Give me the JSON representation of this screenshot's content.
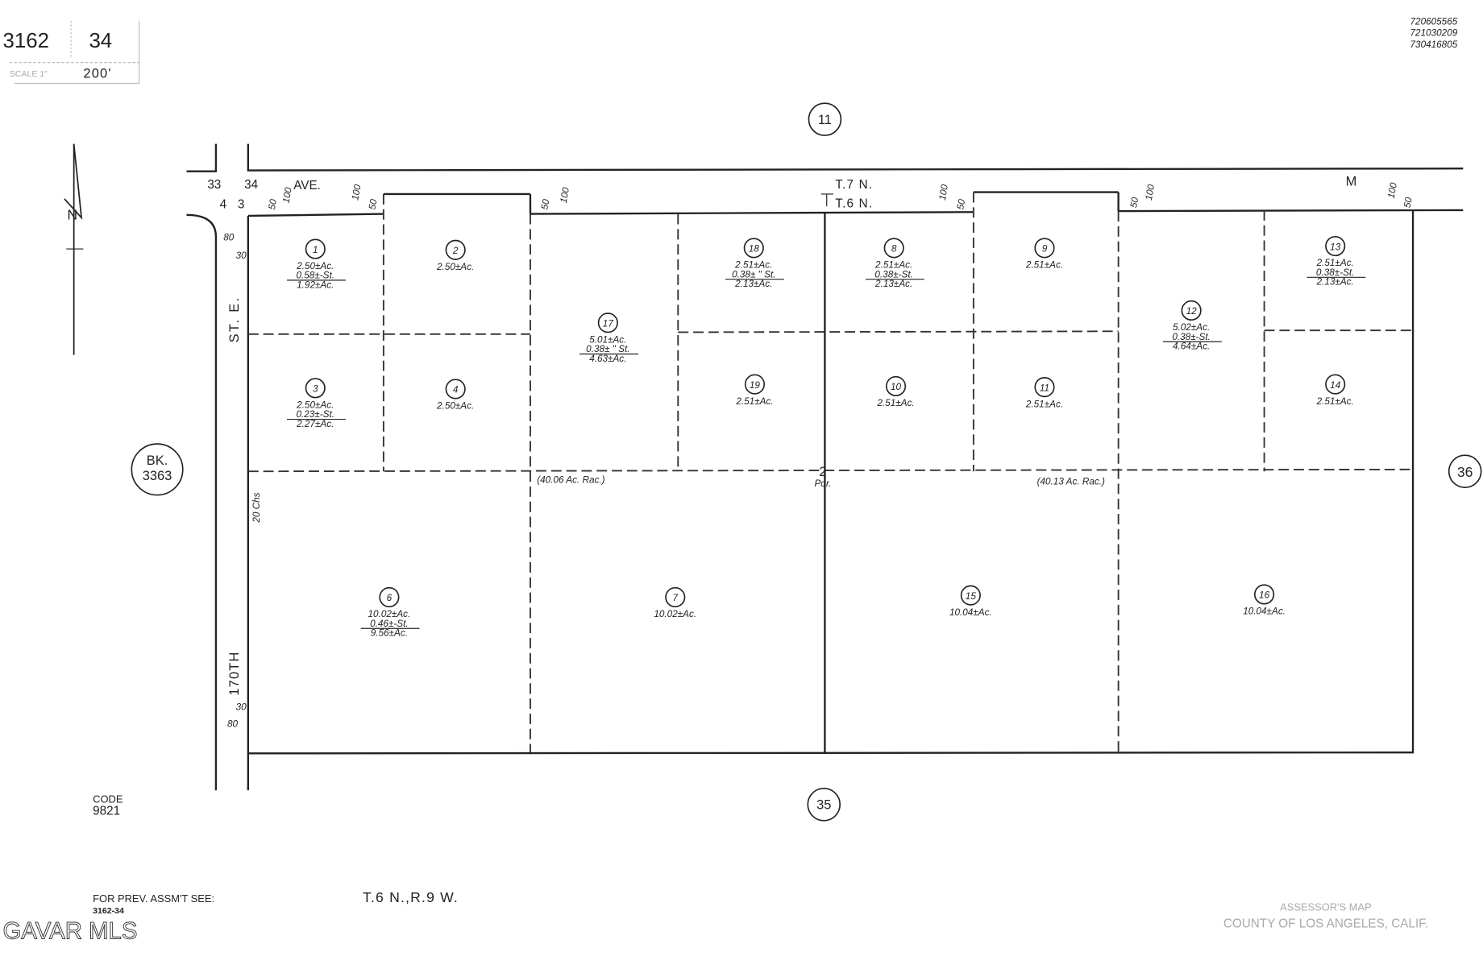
{
  "header": {
    "book": "3162",
    "page": "34",
    "scale_label": "SCALE 1\"",
    "scale_value": "200'"
  },
  "doc_numbers": [
    "720605565",
    "721030209",
    "730416805"
  ],
  "adjacent": {
    "north": "11",
    "south": "35",
    "east": "36",
    "west_book": "BK.",
    "west_book_number": "3363"
  },
  "streets": {
    "ave": "AVE.",
    "ave_letter": "M",
    "west": "170TH",
    "west_suffix": "ST. E."
  },
  "township": {
    "north_line": "T.7 N.",
    "south_line": "T.6 N."
  },
  "section_corner": {
    "nw": "33",
    "ne": "34",
    "sw": "4",
    "se": "3"
  },
  "dimensions": {
    "d100": "100",
    "d50": "50",
    "d80": "80",
    "d30": "30",
    "chains": "20 Chs"
  },
  "north_arrow": "N",
  "section": {
    "number": "2",
    "portion": "Por."
  },
  "rac_labels": [
    "(40.06 Ac. Rac.)",
    "(40.13 Ac. Rac.)"
  ],
  "parcels": [
    {
      "id": "1",
      "lines": [
        "2.50±Ac.",
        "0.58±-St.",
        "1.92±Ac."
      ]
    },
    {
      "id": "2",
      "lines": [
        "2.50±Ac."
      ]
    },
    {
      "id": "3",
      "lines": [
        "2.50±Ac.",
        "0.23±-St.",
        "2.27±Ac."
      ]
    },
    {
      "id": "4",
      "lines": [
        "2.50±Ac."
      ]
    },
    {
      "id": "17",
      "lines": [
        "5.01±Ac.",
        "0.38± \" St.",
        "4.63±Ac."
      ]
    },
    {
      "id": "18",
      "lines": [
        "2.51±Ac.",
        "0.38± \" St.",
        "2.13±Ac."
      ]
    },
    {
      "id": "19",
      "lines": [
        "2.51±Ac."
      ]
    },
    {
      "id": "8",
      "lines": [
        "2.51±Ac.",
        "0.38±-St.",
        "2.13±Ac."
      ]
    },
    {
      "id": "9",
      "lines": [
        "2.51±Ac."
      ]
    },
    {
      "id": "10",
      "lines": [
        "2.51±Ac."
      ]
    },
    {
      "id": "11",
      "lines": [
        "2.51±Ac."
      ]
    },
    {
      "id": "12",
      "lines": [
        "5.02±Ac.",
        "0.38±-St.",
        "4.64±Ac."
      ]
    },
    {
      "id": "13",
      "lines": [
        "2.51±Ac.",
        "0.38±-St.",
        "2.13±Ac."
      ]
    },
    {
      "id": "14",
      "lines": [
        "2.51±Ac."
      ]
    },
    {
      "id": "6",
      "lines": [
        "10.02±Ac.",
        "0.46±-St.",
        "9.56±Ac."
      ]
    },
    {
      "id": "7",
      "lines": [
        "10.02±Ac."
      ]
    },
    {
      "id": "15",
      "lines": [
        "10.04±Ac."
      ]
    },
    {
      "id": "16",
      "lines": [
        "10.04±Ac."
      ]
    }
  ],
  "footer": {
    "code_label": "CODE",
    "code": "9821",
    "prev_label": "FOR PREV. ASSM'T SEE:",
    "prev_ref": "3162-34",
    "township_range": "T.6 N.,R.9 W.",
    "map_title": "ASSESSOR'S MAP",
    "county": "COUNTY OF LOS ANGELES, CALIF.",
    "watermark": "GAVAR MLS"
  }
}
